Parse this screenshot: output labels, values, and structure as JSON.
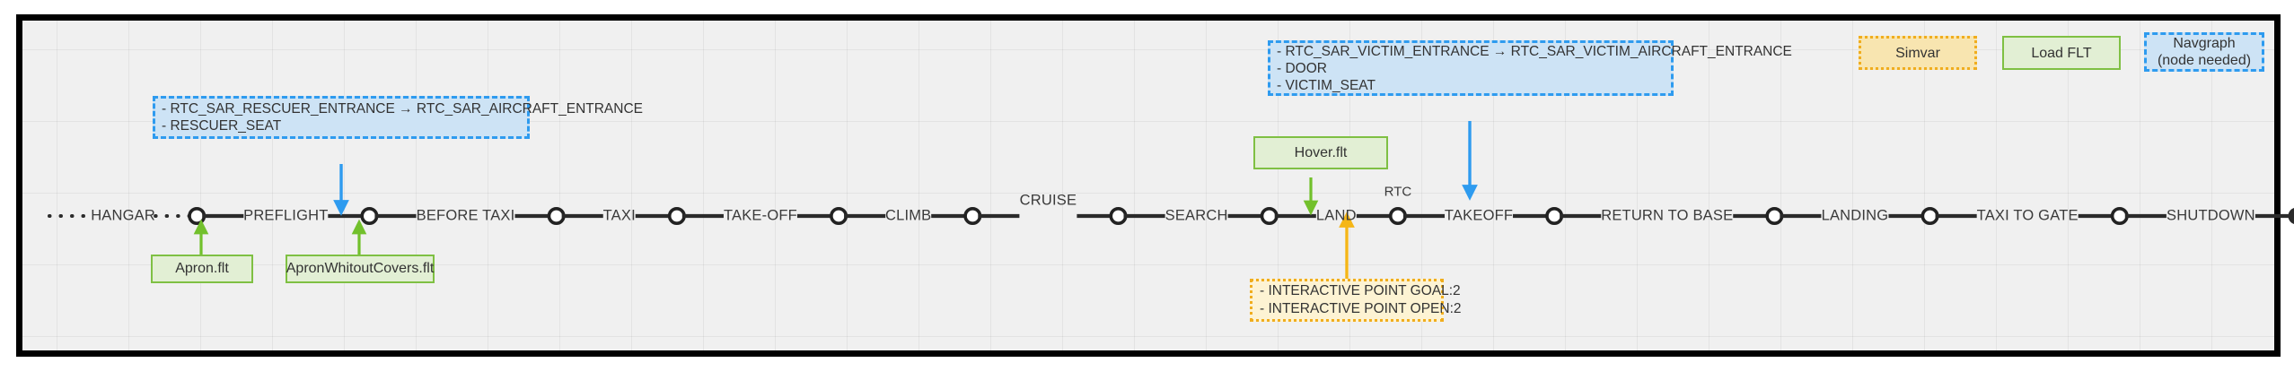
{
  "canvas": {
    "background_color": "#f0f0f0",
    "frame_color": "#000000",
    "grid": true
  },
  "palette": {
    "blue_fill": "#cde3f5",
    "blue_stroke": "#2e9bef",
    "green_fill": "#e2efd4",
    "green_stroke": "#7fc043",
    "orange_fill": "#fdf3d3",
    "orange_stroke": "#f0ad1e",
    "simvar_fill": "#f8e5b0",
    "node_stroke": "#222222",
    "node_fill": "#ffffff",
    "line_color": "#2b2b2b"
  },
  "toolbar": {
    "buttons": [
      {
        "id": "simvar",
        "label": "Simvar",
        "style": "orange-dotted"
      },
      {
        "id": "load-flt",
        "label": "Load FLT",
        "style": "green-solid"
      },
      {
        "id": "navgraph",
        "label": "Navgraph\n(node needed)",
        "line1": "Navgraph",
        "line2": "(node needed)",
        "style": "blue-dashed"
      }
    ]
  },
  "timeline": {
    "name": "flight-phase-timeline",
    "leading_style": "dotted",
    "segments": [
      {
        "label": "HANGAR",
        "connector_before": "dotted",
        "connector_after": "dotted"
      },
      {
        "label": "PREFLIGHT",
        "connector_before": "solid",
        "connector_after": "solid"
      },
      {
        "label": "BEFORE TAXI",
        "connector_before": "solid",
        "connector_after": "solid"
      },
      {
        "label": "TAXI",
        "connector_before": "solid",
        "connector_after": "solid"
      },
      {
        "label": "TAKE-OFF",
        "connector_before": "solid",
        "connector_after": "solid"
      },
      {
        "label": "CLIMB",
        "connector_before": "solid",
        "connector_after": "solid"
      },
      {
        "label": "CRUISE",
        "connector_before": "solid",
        "connector_after": "solid",
        "raised": true
      },
      {
        "label": "SEARCH",
        "connector_before": "solid",
        "connector_after": "solid"
      },
      {
        "label": "LAND",
        "connector_before": "solid",
        "connector_after": "solid"
      },
      {
        "label": "TAKEOFF",
        "connector_before": "solid",
        "connector_after": "solid"
      },
      {
        "label": "RETURN TO BASE",
        "connector_before": "solid",
        "connector_after": "solid"
      },
      {
        "label": "LANDING",
        "connector_before": "solid",
        "connector_after": "solid"
      },
      {
        "label": "TAXI TO GATE",
        "connector_before": "solid",
        "connector_after": "solid"
      },
      {
        "label": "SHUTDOWN",
        "connector_before": "solid",
        "connector_after": "solid",
        "terminal": true
      }
    ],
    "node_captions": [
      {
        "text": "RTC",
        "after_label": "LAND"
      }
    ]
  },
  "annotations": {
    "rescuer_box": {
      "style": "blue-dashed",
      "lines": [
        "- RTC_SAR_RESCUER_ENTRANCE → RTC_SAR_AIRCRAFT_ENTRANCE",
        "- RESCUER_SEAT"
      ],
      "arrow": {
        "color": "#2e9bef",
        "direction": "down",
        "target": "PREFLIGHT node"
      }
    },
    "victim_box": {
      "style": "blue-dashed",
      "lines": [
        "- RTC_SAR_VICTIM_ENTRANCE → RTC_SAR_VICTIM_AIRCRAFT_ENTRANCE",
        "- DOOR",
        "- VICTIM_SEAT"
      ],
      "arrow": {
        "color": "#2e9bef",
        "direction": "down",
        "target": "RTC node"
      }
    },
    "interactive_points_box": {
      "style": "orange-dotted",
      "lines": [
        "- INTERACTIVE POINT GOAL:2",
        "- INTERACTIVE POINT OPEN:2"
      ],
      "arrow": {
        "color": "#f5b617",
        "direction": "up",
        "target": "LAND segment"
      }
    },
    "flt_files": [
      {
        "label": "Apron.flt",
        "style": "green-solid",
        "arrow": {
          "color": "#72c02c",
          "direction": "up",
          "target": "HANGAR node"
        }
      },
      {
        "label": "ApronWhitoutCovers.flt",
        "style": "green-solid",
        "arrow": {
          "color": "#72c02c",
          "direction": "up",
          "target": "PREFLIGHT node"
        }
      },
      {
        "label": "Hover.flt",
        "style": "green-solid",
        "arrow": {
          "color": "#72c02c",
          "direction": "down",
          "target": "SEARCH node"
        }
      }
    ]
  }
}
